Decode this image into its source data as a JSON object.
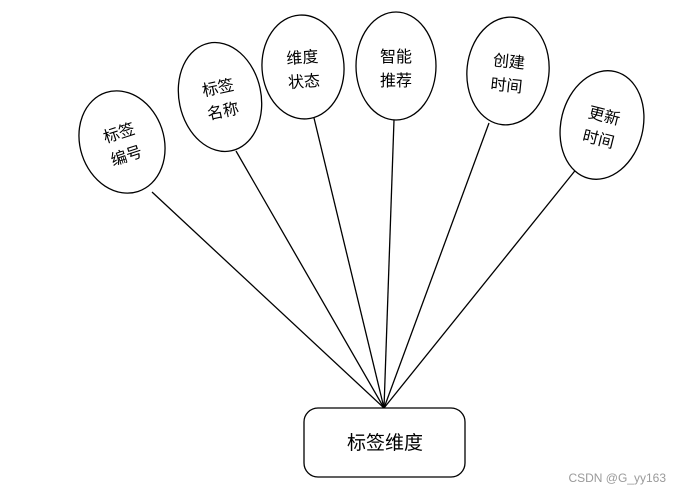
{
  "diagram": {
    "entity": "标签维度",
    "attributes": [
      {
        "id": "tag-id",
        "lines": [
          "标签",
          "编号"
        ]
      },
      {
        "id": "tag-name",
        "lines": [
          "标签",
          "名称"
        ]
      },
      {
        "id": "dimension-status",
        "lines": [
          "维度",
          "状态"
        ]
      },
      {
        "id": "smart-recommend",
        "lines": [
          "智能",
          "推荐"
        ]
      },
      {
        "id": "create-time",
        "lines": [
          "创建",
          "时间"
        ]
      },
      {
        "id": "update-time",
        "lines": [
          "更新",
          "时间"
        ]
      }
    ]
  },
  "watermark": "CSDN @G_yy163",
  "colors": {
    "stroke": "#000000",
    "fill": "#ffffff",
    "watermark": "#9a9a9a"
  }
}
